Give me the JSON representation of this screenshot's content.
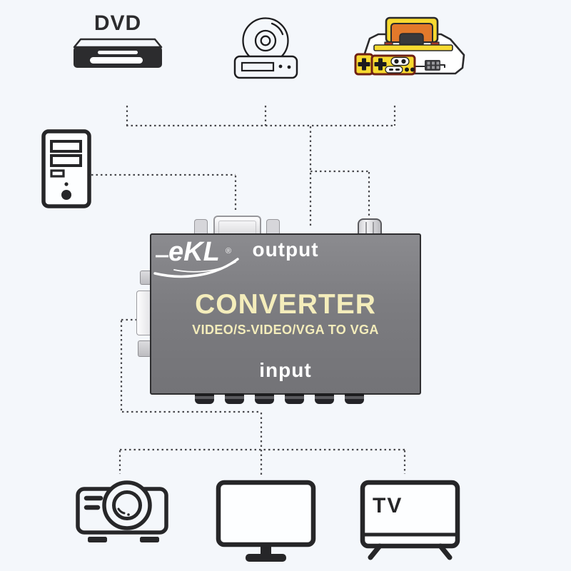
{
  "page": {
    "background_color": "#f4f7fb"
  },
  "source_devices": {
    "dvd": {
      "label": "DVD",
      "icon": "dvd-player-icon"
    },
    "disc_player": {
      "icon": "disc-player-icon"
    },
    "game_console": {
      "icon": "game-console-icon"
    },
    "pc": {
      "icon": "pc-tower-icon"
    }
  },
  "converter": {
    "brand": "eKL",
    "trademark": "®",
    "output_label": "output",
    "title": "CONVERTER",
    "subtitle": "VIDEO/S-VIDEO/VGA TO VGA",
    "input_label": "input",
    "body_color": "#7c7c80",
    "accent_text_color": "#f4edbb",
    "label_text_color": "#ffffff",
    "ports": {
      "top": [
        "vga-port",
        "round-jack"
      ],
      "left": [
        "screw-post",
        "vga-port",
        "barrel-connector"
      ],
      "bottom": [
        "rca-jack",
        "rca-jack",
        "rca-jack",
        "rca-jack",
        "rca-jack",
        "rca-jack"
      ]
    }
  },
  "display_devices": {
    "projector": {
      "icon": "projector-icon"
    },
    "monitor": {
      "icon": "monitor-icon"
    },
    "tv": {
      "label": "TV",
      "icon": "tv-icon"
    }
  },
  "connections": {
    "line_style": "dashed",
    "line_color": "#48484c",
    "links": [
      "dvd-player → converter top",
      "disc-player → converter top",
      "game-console → converter top round-jack",
      "pc → converter top vga-port",
      "converter left vga-port → projector",
      "converter left vga-port → monitor",
      "converter left vga-port → tv"
    ]
  }
}
